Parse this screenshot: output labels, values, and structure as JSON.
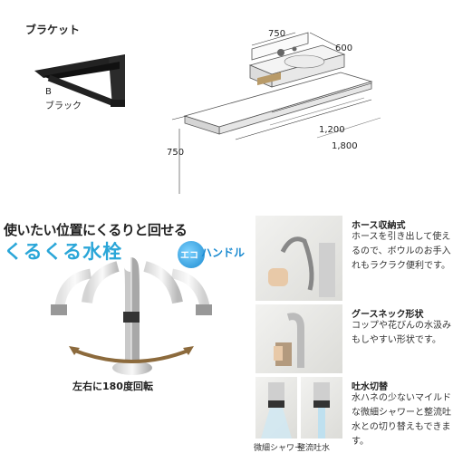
{
  "bracket": {
    "title": "ブラケット",
    "code": "B",
    "color": "ブラック"
  },
  "dimensions": {
    "width_top": "750",
    "depth": "600",
    "length_1": "1,200",
    "length_2": "1,800",
    "height": "750"
  },
  "headline": "使いたい位置にくるりと回せる",
  "product_name": "くるくる水栓",
  "eco_logo": {
    "prefix": "エコ",
    "text": "ハンドル"
  },
  "rotation_caption": "左右に180度回転",
  "features": [
    {
      "title": "ホース収納式",
      "desc": [
        "ホースを引き出して使え",
        "るので、ボウルのお手入",
        "れもラクラク便利です。"
      ]
    },
    {
      "title": "グースネック形状",
      "desc": [
        "コップや花びんの水汲み",
        "もしやすい形状です。"
      ]
    },
    {
      "title": "吐水切替",
      "desc": [
        "水ハネの少ないマイルド",
        "な微細シャワーと整流吐",
        "水との切り替えもできま",
        "す。"
      ]
    }
  ],
  "spout_labels": {
    "shower": "微細シャワー",
    "straight": "整流吐水"
  },
  "colors": {
    "accent": "#2aa6d8",
    "bracket": "#222222",
    "eco": "#1a8ad0"
  }
}
